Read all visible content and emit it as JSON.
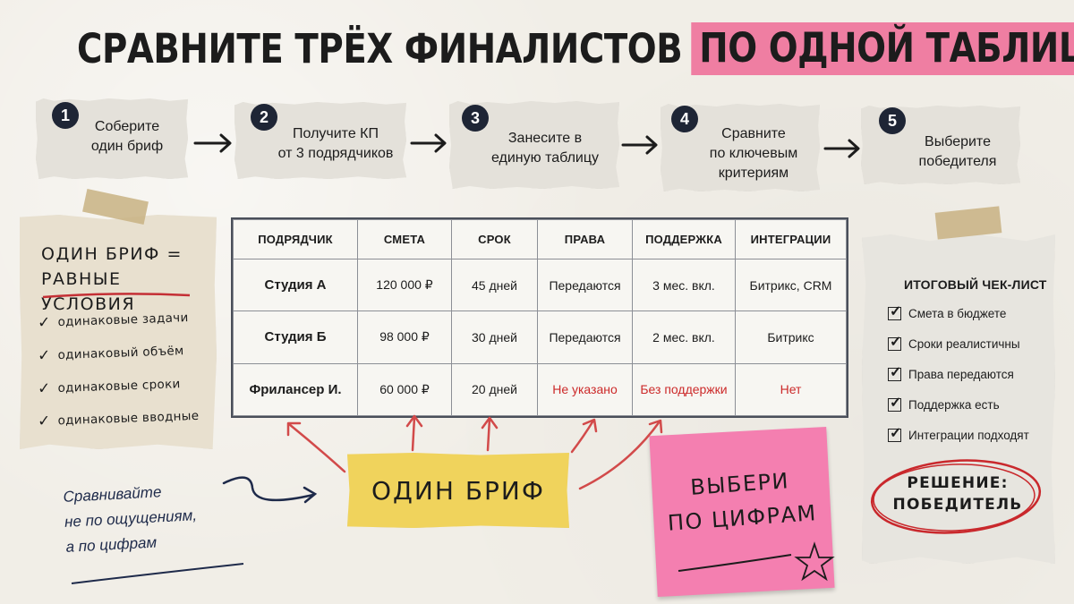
{
  "title": {
    "main": "СРАВНИТЕ ТРЁХ ФИНАЛИСТОВ",
    "highlight": "ПО ОДНОЙ ТАБЛИЦЕ"
  },
  "steps": [
    {
      "num": "1",
      "text": "Соберите\nодин бриф"
    },
    {
      "num": "2",
      "text": "Получите КП\nот 3 подрядчиков"
    },
    {
      "num": "3",
      "text": "Занесите в\nединую таблицу"
    },
    {
      "num": "4",
      "text": "Сравните\nпо ключевым\nкритериям"
    },
    {
      "num": "5",
      "text": "Выберите\nпобедителя"
    }
  ],
  "left_note": {
    "title": "ОДИН БРИФ =\nРАВНЫЕ УСЛОВИЯ",
    "items": [
      "одинаковые задачи",
      "одинаковый объём",
      "одинаковые сроки",
      "одинаковые вводные"
    ]
  },
  "table": {
    "headers": [
      "ПОДРЯДЧИК",
      "СМЕТА",
      "СРОК",
      "ПРАВА",
      "ПОДДЕРЖКА",
      "ИНТЕГРАЦИИ"
    ],
    "rows": [
      [
        "Студия А",
        "120 000 ₽",
        "45 дней",
        "Передаются",
        "3 мес. вкл.",
        "Битрикс, CRM"
      ],
      [
        "Студия Б",
        "98 000 ₽",
        "30 дней",
        "Передаются",
        "2 мес. вкл.",
        "Битрикс"
      ],
      [
        "Фрилансер И.",
        "60 000 ₽",
        "20 дней",
        "Не указано",
        "Без поддержки",
        "Нет"
      ]
    ]
  },
  "checklist": {
    "title": "ИТОГОВЫЙ ЧЕК-ЛИСТ",
    "items": [
      "Смета в бюджете",
      "Сроки реалистичны",
      "Права передаются",
      "Поддержка есть",
      "Интеграции подходят"
    ],
    "decision": "РЕШЕНИЕ:\nПОБЕДИТЕЛЬ"
  },
  "notes": {
    "script": "Сравнивайте\nне по ощущениям,\nа по цифрам",
    "yellow": "ОДИН БРИФ",
    "pink": "ВЫБЕРИ\nПО ЦИФРАМ"
  },
  "colors": {
    "background": "#f1eee7",
    "title_highlight": "#ef7ea2",
    "number_badge": "#1e2535",
    "yellow_note": "#f0d35c",
    "pink_note": "#f47fb0",
    "warning_text": "#cc2a2a",
    "arrows_red": "#d24a4a",
    "decision_circle": "#c9282c"
  }
}
